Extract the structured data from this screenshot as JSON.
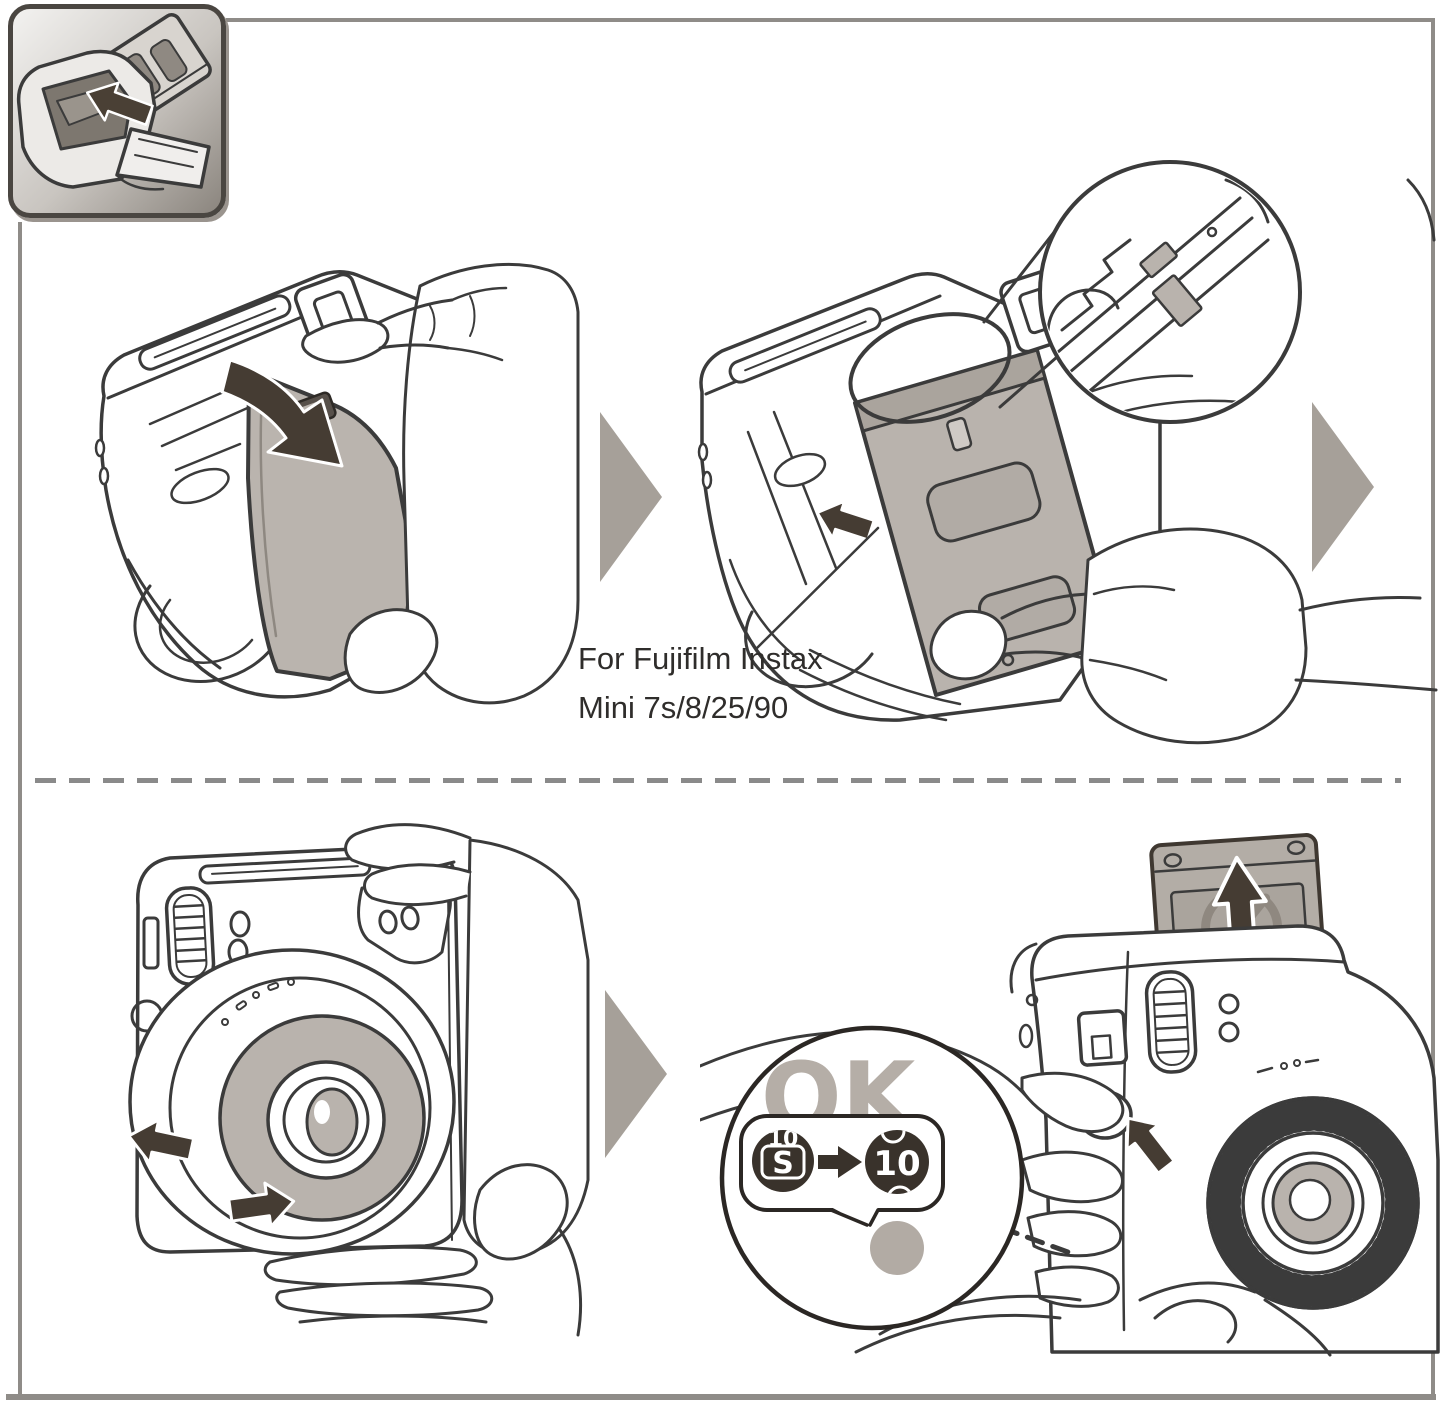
{
  "sheet": {
    "annotations": {
      "compat_line1": "For Fujifilm Instax",
      "compat_line2": "Mini 7s/8/25/90",
      "ok_text": "OK",
      "counter_start": "S",
      "counter_end": "10"
    },
    "icons": {
      "step_next_arrow": "▶",
      "pull_open_arrow": "↘",
      "insert_side_arrow": "←",
      "lens_pull_arrows": "←→",
      "shutter_press_arrow": "↖",
      "film_cover_eject_arrow": "↑",
      "do_not_press_symbol": "⊘",
      "counter_change_arrow": "→",
      "detail_magnifier": "◯"
    },
    "colors": {
      "outline": "#3b3b3b",
      "gray_fill": "#b9b3ad",
      "dark_arrow": "#453c33",
      "step_arrow": "#a6a099",
      "muted_gray_text": "#b5aea7",
      "page_border": "#8f8c88",
      "label_text": "#2f2d2b"
    }
  }
}
